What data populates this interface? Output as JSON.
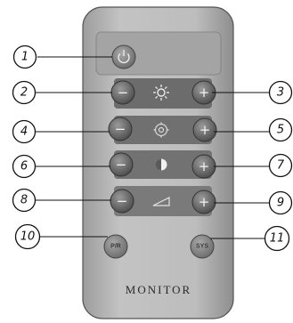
{
  "remote": {
    "brand_label": "MONITOR",
    "colors": {
      "body": "#b9b9b9",
      "panel": "#6e6e6e",
      "button": "#5a5a5a",
      "round_button": "#7a7a7a"
    },
    "buttons": [
      {
        "id": 1,
        "kind": "power",
        "icon": "power-icon",
        "interactive": true
      },
      {
        "id": 2,
        "kind": "brightness-minus",
        "sign": "−",
        "icon": "sun-icon"
      },
      {
        "id": 3,
        "kind": "brightness-plus",
        "sign": "+"
      },
      {
        "id": 4,
        "kind": "mode-minus",
        "sign": "−",
        "icon": "gear-icon"
      },
      {
        "id": 5,
        "kind": "mode-plus",
        "sign": "+"
      },
      {
        "id": 6,
        "kind": "contrast-minus",
        "sign": "−",
        "icon": "contrast-icon"
      },
      {
        "id": 7,
        "kind": "contrast-plus",
        "sign": "+"
      },
      {
        "id": 8,
        "kind": "volume-minus",
        "sign": "−",
        "icon": "volume-icon"
      },
      {
        "id": 9,
        "kind": "volume-plus",
        "sign": "+"
      },
      {
        "id": 10,
        "kind": "menu",
        "label": "P/R"
      },
      {
        "id": 11,
        "kind": "sys",
        "label": "SYS"
      }
    ]
  },
  "callouts": [
    "1",
    "2",
    "3",
    "4",
    "5",
    "6",
    "7",
    "8",
    "9",
    "10",
    "11"
  ]
}
